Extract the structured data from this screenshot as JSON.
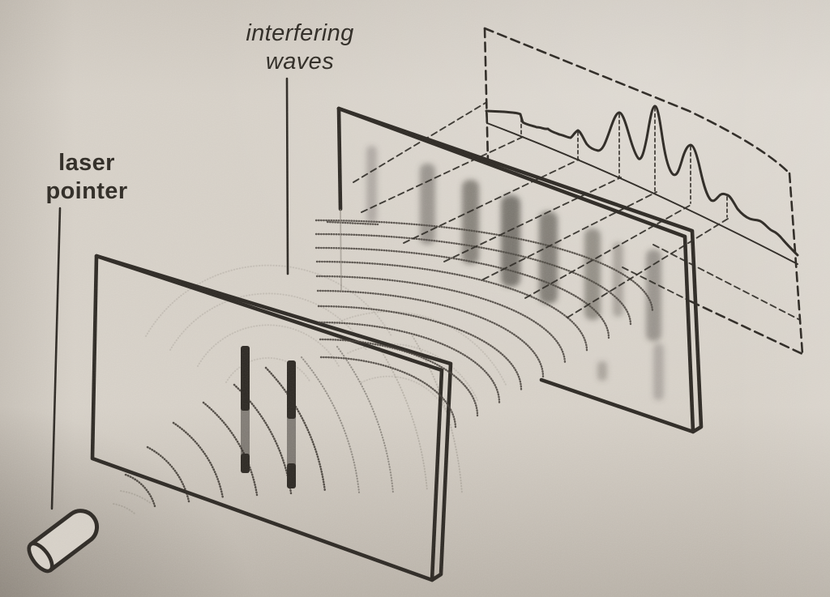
{
  "labels": {
    "interfering_waves": {
      "line1": "interfering",
      "line2": "waves"
    },
    "laser_pointer": {
      "line1": "laser",
      "line2": "pointer"
    }
  },
  "colors": {
    "paper": "#d5cfc6",
    "ink": "#2e2a25",
    "wave": "#45403a",
    "faint": "#8a847a",
    "fringe": "#4e4a44"
  },
  "intensity_graph": {
    "description_visible": false,
    "peak_relative_heights": [
      0.15,
      0.35,
      0.76,
      1.0,
      0.71,
      0.29,
      0.12
    ]
  }
}
